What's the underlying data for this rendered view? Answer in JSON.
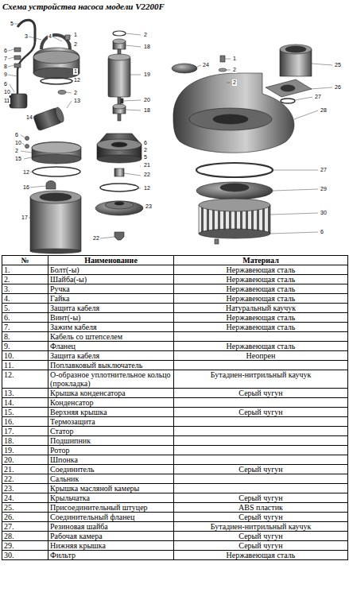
{
  "diagram": {
    "title": "Схема устройства насоса модели V2200F",
    "labels": [
      "5",
      "3",
      "4",
      "1",
      "2",
      "6",
      "7",
      "8",
      "9",
      "6",
      "10",
      "11",
      "1",
      "12",
      "2",
      "13",
      "14",
      "6",
      "10",
      "2",
      "15",
      "12",
      "16",
      "17",
      "2",
      "18",
      "19",
      "20",
      "18",
      "6",
      "2",
      "5",
      "21",
      "22",
      "12",
      "23",
      "22",
      "1",
      "2",
      "24",
      "2",
      "25",
      "26",
      "27",
      "28",
      "27",
      "29",
      "30",
      "6",
      "№",
      "Наименование",
      "Материал",
      "1.",
      "Болт(-ы)",
      "Нержавеющая сталь",
      "2.",
      "Шайба(-ы)",
      "Нержавеющая сталь",
      "3.",
      "Ручка",
      "Нержавеющая сталь",
      "4.",
      "Гайка",
      "Нержавеющая сталь",
      "5.",
      "Защита кабеля",
      "Натуральный каучук",
      "6.",
      "Винт(-ы)",
      "Нержавеющая сталь",
      "7.",
      "Зажим кабеля",
      "Нержавеющая сталь",
      "8.",
      "Кабель со штепселем",
      "9.",
      "Фланец",
      "Нержавеющая сталь",
      "10.",
      "Защита кабеля",
      "Неопрен",
      "11.",
      "Поплавковый выключатель",
      "12.",
      "О-образное уплотнительное кольцо (прокладка)",
      "Бутадиен-нитрильный каучук",
      "13.",
      "Крышка конденсатора",
      "Серый чугун",
      "14.",
      "Конденсатор",
      "15.",
      "Верхняя крышка",
      "Серый чугун",
      "16.",
      "Термозащита",
      "17.",
      "Статор",
      "18.",
      "Подшипник",
      "19.",
      "Ротор",
      "20.",
      "Шпонка",
      "21.",
      "Соединитель",
      "Серый чугун",
      "22.",
      "Сальник",
      "23.",
      "Крышка масляной камеры",
      "24.",
      "Крыльчатка",
      "Серый чугун",
      "25.",
      "Присоединительный штуцер",
      "ABS пластик",
      "26.",
      "Соединительный фланец",
      "Серый чугун",
      "27.",
      "Резиновая шайба",
      "Бутадиен-нитрильный каучук",
      "28.",
      "Рабочая камера",
      "Серый чугун",
      "29.",
      "Нижняя крышка",
      "Серый чугун",
      "30.",
      "Фильтр",
      "Нержавеющая сталь"
    ]
  }
}
